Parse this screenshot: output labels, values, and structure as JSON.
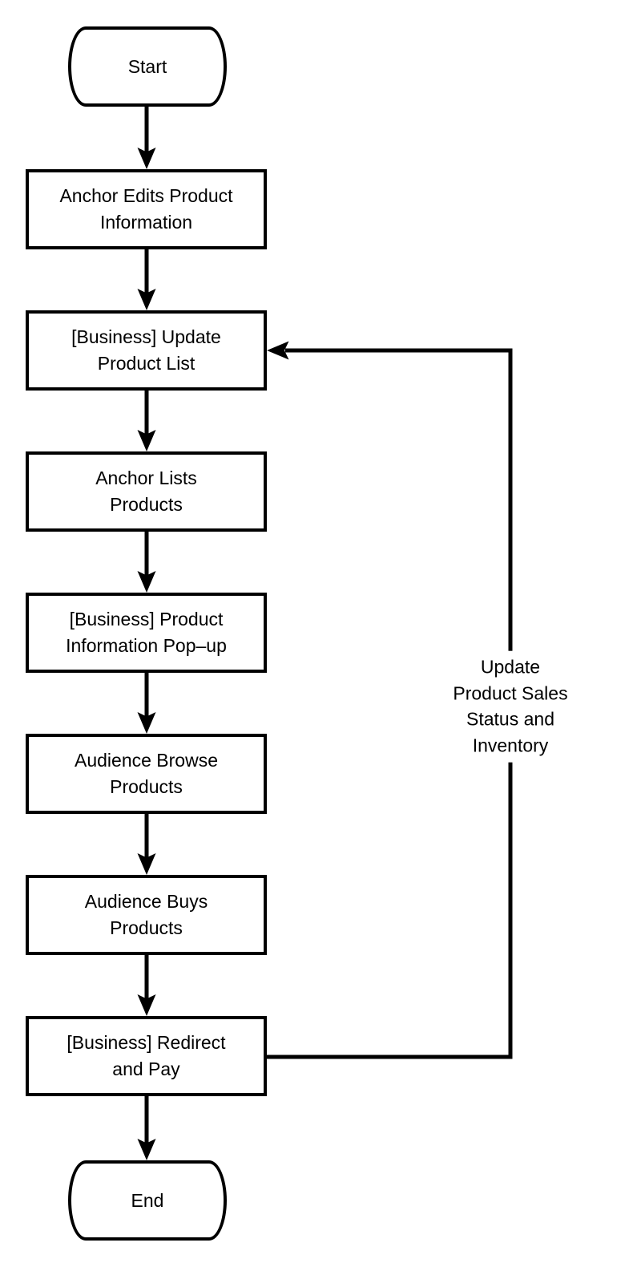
{
  "diagram": {
    "type": "flowchart",
    "background_color": "#ffffff",
    "stroke_color": "#000000",
    "text_color": "#000000",
    "nodes": [
      {
        "id": "start",
        "shape": "terminal",
        "label": "Start"
      },
      {
        "id": "anchor-edits",
        "shape": "process",
        "label": "Anchor Edits Product\nInformation"
      },
      {
        "id": "update-product-list",
        "shape": "process",
        "label": "[Business] Update\nProduct List"
      },
      {
        "id": "anchor-lists",
        "shape": "process",
        "label": "Anchor Lists\nProducts"
      },
      {
        "id": "product-info-popup",
        "shape": "process",
        "label": "[Business] Product\nInformation Pop–up"
      },
      {
        "id": "audience-browse",
        "shape": "process",
        "label": "Audience Browse\nProducts"
      },
      {
        "id": "audience-buys",
        "shape": "process",
        "label": "Audience Buys\nProducts"
      },
      {
        "id": "redirect-and-pay",
        "shape": "process",
        "label": "[Business] Redirect\nand Pay"
      },
      {
        "id": "end",
        "shape": "terminal",
        "label": "End"
      }
    ],
    "edges": [
      {
        "from": "start",
        "to": "anchor-edits",
        "label": ""
      },
      {
        "from": "anchor-edits",
        "to": "update-product-list",
        "label": ""
      },
      {
        "from": "update-product-list",
        "to": "anchor-lists",
        "label": ""
      },
      {
        "from": "anchor-lists",
        "to": "product-info-popup",
        "label": ""
      },
      {
        "from": "product-info-popup",
        "to": "audience-browse",
        "label": ""
      },
      {
        "from": "audience-browse",
        "to": "audience-buys",
        "label": ""
      },
      {
        "from": "audience-buys",
        "to": "redirect-and-pay",
        "label": ""
      },
      {
        "from": "redirect-and-pay",
        "to": "end",
        "label": ""
      },
      {
        "from": "redirect-and-pay",
        "to": "update-product-list",
        "label": "Update Product Sales\nStatus and Inventory"
      }
    ]
  }
}
